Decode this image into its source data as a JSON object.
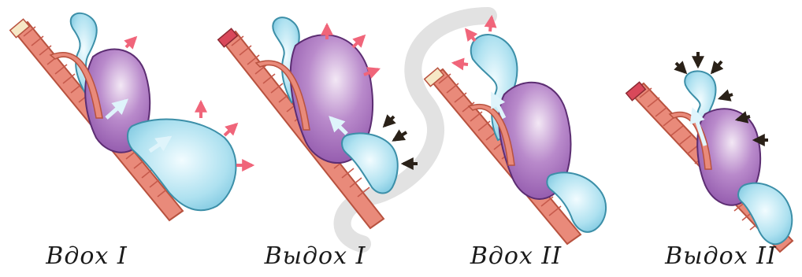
{
  "panels": [
    {
      "caption": "Вдох I"
    },
    {
      "caption": "Выдох I"
    },
    {
      "caption": "Вдох II"
    },
    {
      "caption": "Выдох II"
    }
  ],
  "colors": {
    "trachea": "#e98a7a",
    "trachea_ring": "#c65a4c",
    "trachea_top": "#d9485a",
    "lung": "#9b64b3",
    "lung_highlight": "#f3e8f5",
    "air_sac": "#8fd3e8",
    "air_sac_highlight": "#eafaff",
    "inflow_arrow": "#f0657a",
    "outflow_arrow": "#2a2118",
    "air_path_arrow": "#cfeef8",
    "watermark": "#d8d8d8"
  },
  "icons": {
    "inflow": "red-arrow-icon",
    "outflow": "black-arrow-icon",
    "air_path": "white-arrow-icon"
  }
}
